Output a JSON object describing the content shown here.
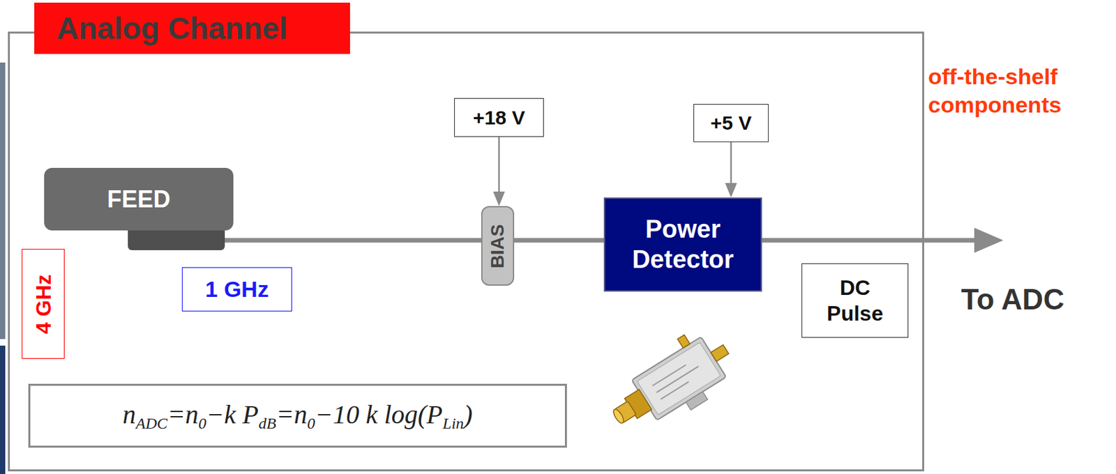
{
  "diagram": {
    "nodes": [
      {
        "text": [
          "Analog Channel"
        ]
      },
      {
        "text": [
          "FEED"
        ],
        "in": 0
      },
      {
        "text": [
          "4 GHz"
        ],
        "in": 0
      },
      {
        "text": [
          "1 GHz"
        ],
        "in": 0
      },
      {
        "text": [
          "+18 V"
        ],
        "in": 0
      },
      {
        "text": [
          "BIAS"
        ],
        "in": 0
      },
      {
        "text": [
          "+5 V"
        ],
        "in": 0
      },
      {
        "text": [
          "Power Detector"
        ],
        "in": 0
      },
      {
        "text": [
          "DC Pulse"
        ],
        "in": 0
      },
      {
        "text": [
          "n",
          "ADC",
          "=n",
          "0",
          "−k P",
          "dB",
          "=n",
          "0",
          "−10 k log(P",
          "Lin",
          ")"
        ],
        "in": 0
      }
    ],
    "edges": [
      {
        "from": 1,
        "to": 5,
        "arrow": "none"
      },
      {
        "from": 5,
        "to": 7,
        "arrow": "none"
      },
      {
        "from": 4,
        "to": 5,
        "arrow": "to"
      },
      {
        "from": 6,
        "to": 7,
        "arrow": "to"
      }
    ],
    "labels": [
      "off-the-shelf components",
      "To ADC"
    ]
  }
}
